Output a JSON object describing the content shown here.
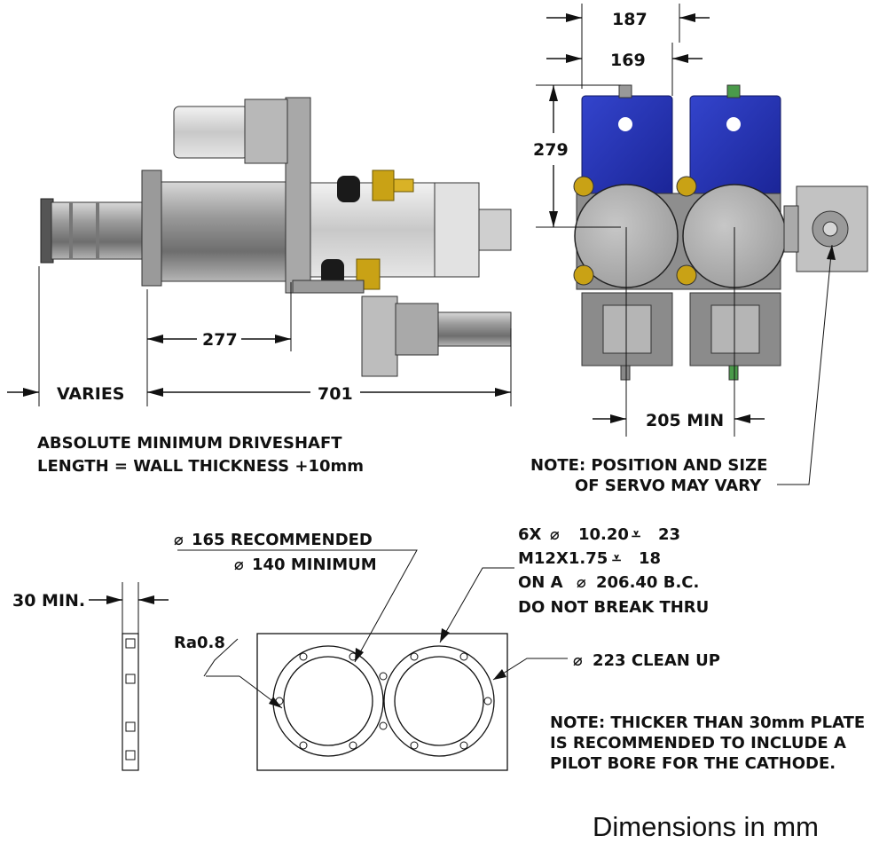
{
  "side_view": {
    "dim_277": "277",
    "dim_varies": "VARIES",
    "dim_701": "701",
    "note_line1": "ABSOLUTE MINIMUM DRIVESHAFT",
    "note_line2": "LENGTH = WALL THICKNESS +10mm"
  },
  "front_view": {
    "dim_187": "187",
    "dim_169": "169",
    "dim_279": "279",
    "dim_205": "205 MIN",
    "note_line1": "NOTE: POSITION AND SIZE",
    "note_line2": "OF SERVO MAY VARY"
  },
  "plate": {
    "diam_165": "165 RECOMMENDED",
    "diam_140": "140 MINIMUM",
    "holes_line1": "6X",
    "holes_line1b": "10.20",
    "holes_line1c": "23",
    "holes_line2": "M12X1.75",
    "holes_line2b": "18",
    "holes_line3": "ON A",
    "holes_line3b": "206.40 B.C.",
    "holes_line4": "DO NOT BREAK THRU",
    "clean_up": "223 CLEAN UP",
    "thickness": "30 MIN.",
    "roughness": "Ra0.8",
    "note_line1": "NOTE:  THICKER THAN 30mm PLATE",
    "note_line2": "IS RECOMMENDED TO INCLUDE A",
    "note_line3": "PILOT BORE FOR THE CATHODE."
  },
  "footer": {
    "units": "Dimensions in mm"
  },
  "colors": {
    "servo_blue": "#2233b8",
    "body_grey": "#8e8e8e",
    "brass": "#c9a215"
  }
}
